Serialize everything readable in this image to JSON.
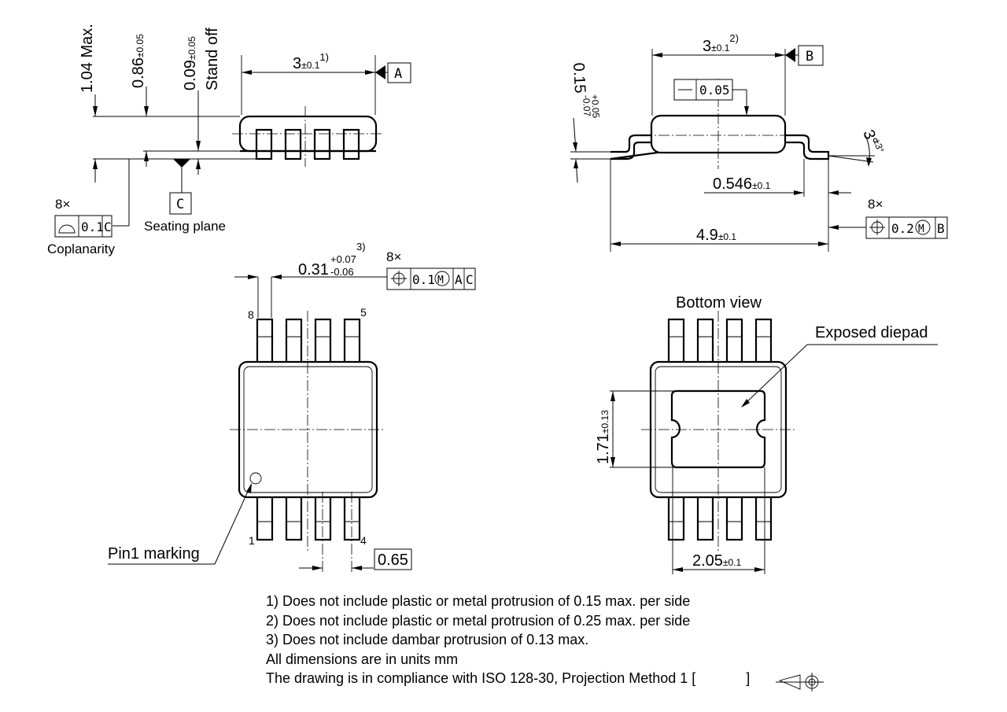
{
  "side_view": {
    "dim_height_max": "1.04 Max.",
    "dim_body_height": "0.86",
    "dim_body_height_tol": "±0.05",
    "dim_standoff": "0.09",
    "dim_standoff_tol": "±0.05",
    "standoff_label": "Stand off",
    "dim_length": "3",
    "dim_length_tol": "±0.1",
    "dim_length_note": "1)",
    "datum_a": "A",
    "datum_c": "C",
    "seating_plane": "Seating plane",
    "coplanarity_count": "8×",
    "coplanarity_value": "0.1",
    "coplanarity_datum": "C",
    "coplanarity_label": "Coplanarity"
  },
  "end_view": {
    "dim_width": "3",
    "dim_width_tol": "±0.1",
    "dim_width_note": "2)",
    "datum_b": "B",
    "flatness_value": "0.05",
    "dim_lead_thickness": "0.15",
    "dim_lead_thickness_tol_plus": "+0.05",
    "dim_lead_thickness_tol_minus": "-0.07",
    "dim_angle": "3°",
    "dim_angle_tol": "±3°",
    "dim_lead_length": "0.546",
    "dim_lead_length_tol": "±0.1",
    "dim_overall": "4.9",
    "dim_overall_tol": "±0.1",
    "position_count": "8×",
    "position_value": "0.2",
    "position_modifier": "M",
    "position_datum": "B"
  },
  "top_view": {
    "dim_lead_width": "0.31",
    "dim_lead_width_tol_plus": "+0.07",
    "dim_lead_width_tol_minus": "-0.06",
    "dim_lead_width_note": "3)",
    "position_count": "8×",
    "position_value": "0.1",
    "position_modifier": "M",
    "position_datum_1": "A",
    "position_datum_2": "C",
    "pin_8": "8",
    "pin_5": "5",
    "pin_1": "1",
    "pin_4": "4",
    "pin1_marking": "Pin1 marking",
    "dim_pitch": "0.65"
  },
  "bottom_view": {
    "title": "Bottom view",
    "exposed_diepad": "Exposed diepad",
    "dim_pad_height": "1.71",
    "dim_pad_height_tol": "±0.13",
    "dim_pad_width": "2.05",
    "dim_pad_width_tol": "±0.1"
  },
  "notes": [
    "1) Does not include plastic or metal protrusion of 0.15 max. per side",
    "2) Does not include plastic or metal protrusion of 0.25 max. per side",
    "3) Does not include dambar protrusion of 0.13 max.",
    "All dimensions are in units mm",
    "The drawing is in compliance with ISO 128-30, Projection Method 1 ["
  ],
  "notes_suffix": "]"
}
